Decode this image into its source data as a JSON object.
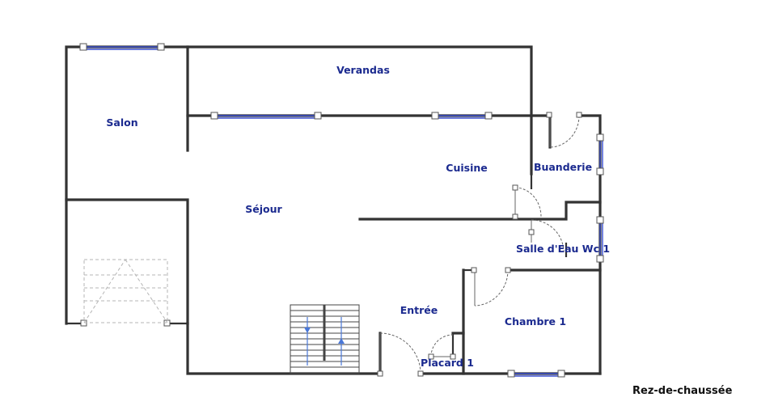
{
  "rooms": {
    "verandas": "Verandas",
    "salon": "Salon",
    "cuisine": "Cuisine",
    "buanderie": "Buanderie",
    "sejour": "Séjour",
    "salle_eau": "Salle d'Eau Wc 1",
    "entree": "Entrée",
    "chambre": "Chambre 1",
    "placard": "Placard 1"
  },
  "caption": "Rez-de-chaussée",
  "colors": {
    "walls": "#333333",
    "labels": "#1b2a8f",
    "windows": "#3a4fd0",
    "stairs_arrow": "#4a78d8"
  }
}
